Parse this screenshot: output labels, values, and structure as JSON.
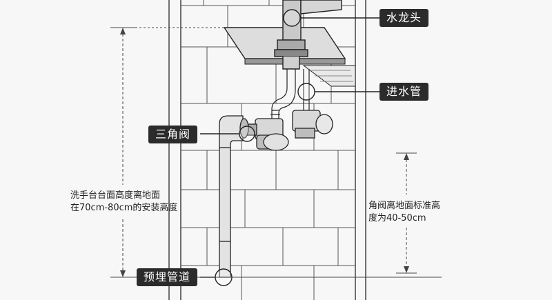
{
  "labels": {
    "faucet": "水龙头",
    "inlet_pipe": "进水管",
    "angle_valve": "三角阀",
    "embedded_pipe": "预埋管道"
  },
  "notes": {
    "basin_height_line1": "洗手台台面高度离地面",
    "basin_height_line2": "在70cm-80cm的安装高度",
    "valve_height_line1": "角阀离地面标准高",
    "valve_height_line2": "度为40-50cm"
  }
}
